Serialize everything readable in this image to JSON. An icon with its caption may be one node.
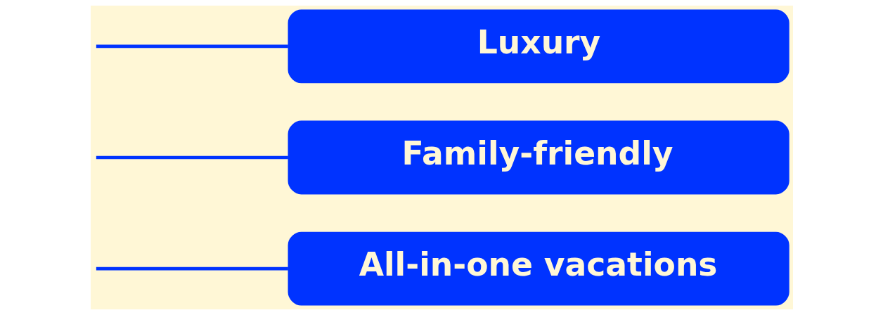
{
  "diagram": {
    "nodes": [
      {
        "text": [
          "Luxury"
        ]
      },
      {
        "text": [
          "Family-friendly"
        ]
      },
      {
        "text": [
          "All-in-one vacations"
        ]
      }
    ],
    "edges": [
      {
        "from": null,
        "to": 0,
        "arrow": "none"
      },
      {
        "from": null,
        "to": 1,
        "arrow": "none"
      },
      {
        "from": null,
        "to": 2,
        "arrow": "none"
      }
    ]
  }
}
